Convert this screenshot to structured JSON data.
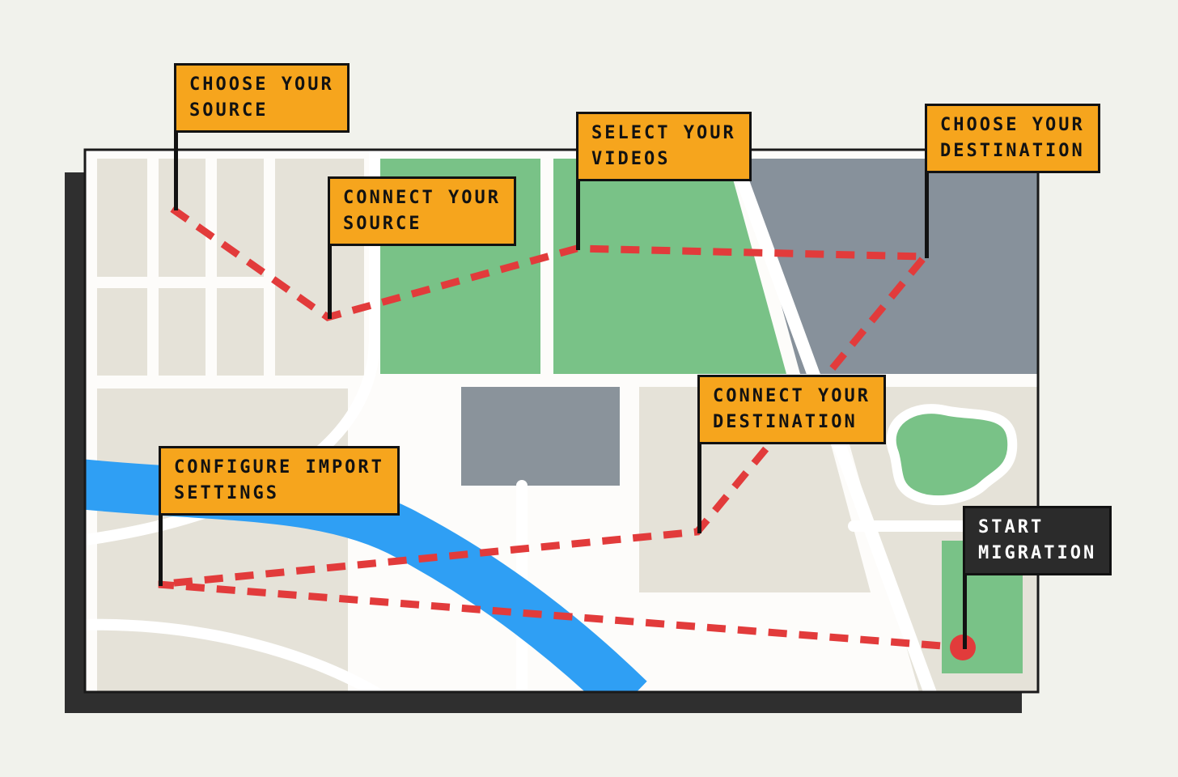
{
  "illustration": {
    "description": "Video migration roadmap drawn as a street map with a dashed route connecting each step",
    "colors": {
      "page_background": "#f1f2ec",
      "map_shadow": "#2f2f2f",
      "map_border": "#1a1a1a",
      "map_base": "#fdfcfa",
      "block_beige": "#e5e2d8",
      "park_green": "#79c287",
      "district_slate": "#87919b",
      "building_gray": "#8a939b",
      "river_blue": "#2f9ff4",
      "route_red": "#e23b3b",
      "label_orange": "#f6a51d",
      "label_dark": "#2b2b2b",
      "label_text_dark": "#121212",
      "label_text_light": "#ffffff"
    }
  },
  "steps": [
    {
      "id": "choose-source",
      "line1": "CHOOSE YOUR",
      "line2": "SOURCE",
      "variant": "orange"
    },
    {
      "id": "connect-source",
      "line1": "CONNECT YOUR",
      "line2": "SOURCE",
      "variant": "orange"
    },
    {
      "id": "select-videos",
      "line1": "SELECT YOUR",
      "line2": "VIDEOS",
      "variant": "orange"
    },
    {
      "id": "choose-destination",
      "line1": "CHOOSE YOUR",
      "line2": "DESTINATION",
      "variant": "orange"
    },
    {
      "id": "connect-destination",
      "line1": "CONNECT YOUR",
      "line2": "DESTINATION",
      "variant": "orange"
    },
    {
      "id": "configure-import-settings",
      "line1": "CONFIGURE IMPORT",
      "line2": "SETTINGS",
      "variant": "orange"
    },
    {
      "id": "start-migration",
      "line1": "START",
      "line2": "MIGRATION",
      "variant": "dark"
    }
  ]
}
